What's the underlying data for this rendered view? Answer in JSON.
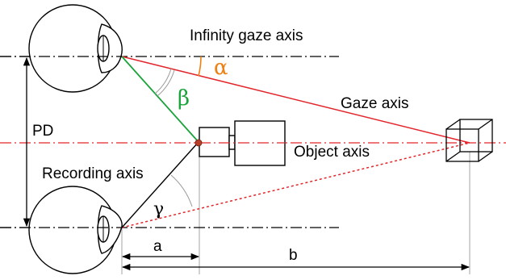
{
  "labels": {
    "infinity_gaze_axis": "Infinity gaze axis",
    "gaze_axis": "Gaze axis",
    "object_axis": "Object axis",
    "recording_axis": "Recording axis",
    "pd": "PD",
    "alpha": "α",
    "beta": "β",
    "gamma": "γ",
    "a": "a",
    "b": "b"
  },
  "colors": {
    "gaze_axis": "#e3262b",
    "object_axis": "#e3262b",
    "beta_line": "#1aa33b",
    "alpha_label": "#f07f12",
    "beta_label": "#1aa33b",
    "outline": "#000000",
    "dimension_line": "#000000",
    "guide_line": "#9a9a9a",
    "pivot_dot": "#b8402a"
  }
}
